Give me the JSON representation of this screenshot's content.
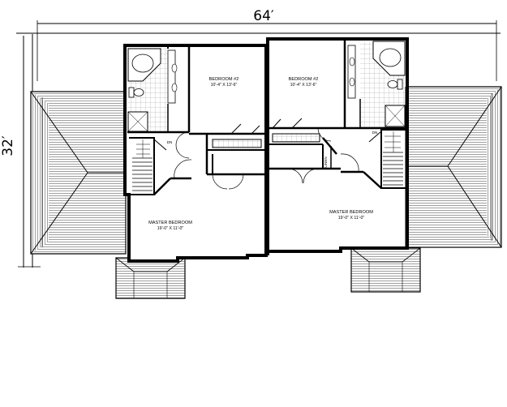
{
  "dimensions": {
    "width": "64′",
    "depth": "32′"
  },
  "left_unit": {
    "bedroom2": {
      "label": "BEDROOM #2",
      "size": "10'-4\" X 13'-6\""
    },
    "master": {
      "label": "MASTER BEDROOM",
      "size": "19'-0\" X 11'-0\""
    },
    "stair_label": "DN"
  },
  "right_unit": {
    "bedroom2": {
      "label": "BEDROOM #2",
      "size": "10'-4\" X 13'-6\""
    },
    "master": {
      "label": "MASTER BEDROOM",
      "size": "19'-0\" X 11'-0\""
    },
    "stair_label": "DN",
    "linen_label": "LINEN"
  }
}
